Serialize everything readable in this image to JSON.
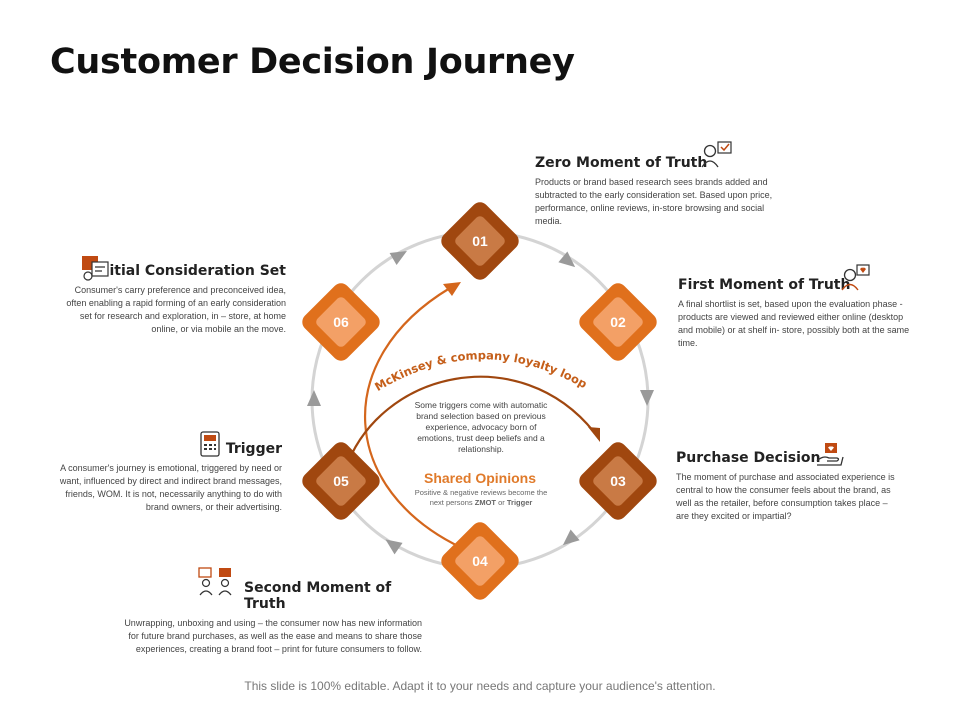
{
  "title": "Customer Decision Journey",
  "footer": "This slide is 100% editable. Adapt it to your needs and capture your audience's attention.",
  "colors": {
    "dark_orange": "#a0470f",
    "mid_orange": "#e0701c",
    "light_fill": "#f29a5c",
    "ring": "#d4d4d4",
    "loop_arrow": "#d4661c",
    "shared_title": "#e07a2a"
  },
  "nodes": [
    {
      "number": "01",
      "tone": "dark"
    },
    {
      "number": "02",
      "tone": "mid"
    },
    {
      "number": "03",
      "tone": "dark"
    },
    {
      "number": "04",
      "tone": "mid"
    },
    {
      "number": "05",
      "tone": "dark"
    },
    {
      "number": "06",
      "tone": "mid"
    }
  ],
  "loop_label": "McKinsey & company loyalty loop",
  "center": {
    "text": "Some triggers come with automatic brand selection based on previous experience, advocacy born of emotions, trust deep beliefs and a relationship.",
    "shared_title": "Shared Opinions",
    "shared_text_prefix": "Positive & negative reviews become the next persons",
    "shared_zmot": "ZMOT",
    "shared_or": "or",
    "shared_trigger": "Trigger"
  },
  "blocks": {
    "zmot": {
      "title": "Zero Moment of Truth",
      "icon": "person-with-review-icon",
      "text": "Products or brand based research sees brands added and subtracted to the early consideration set. Based upon price, performance, online reviews, in-store browsing and social media."
    },
    "fmot": {
      "title": "First Moment of Truth",
      "icon": "person-with-review-icon",
      "text": "A final shortlist is set, based upon the evaluation phase - products are viewed and reviewed either online (desktop and mobile) or at shelf in- store, possibly both at the same time."
    },
    "purchase": {
      "title": "Purchase Decision",
      "icon": "hand-with-heart-icon",
      "text": "The moment of purchase and associated experience is central to how the consumer feels about the brand, as well as the retailer, before consumption takes place – are they excited or impartial?"
    },
    "smot": {
      "title": "Second  Moment of Truth",
      "icon": "people-sharing-icon",
      "text": "Unwrapping, unboxing and using – the consumer now has new information for future brand purchases, as well as the ease and means to share those experiences, creating a brand foot – print for future consumers to follow."
    },
    "trigger": {
      "title": "Trigger",
      "icon": "device-icon",
      "text": "A consumer's journey is emotional, triggered by need or want, influenced by direct and indirect brand messages, friends, WOM.  It is not, necessarily anything to do with brand owners, or their advertising."
    },
    "initial": {
      "title": "Initial Consideration Set",
      "icon": "consideration-set-icon",
      "text": "Consumer's carry preference and preconceived idea, often enabling a rapid forming of an early consideration set for research and exploration, in – store, at home online, or via mobile an the move."
    }
  }
}
